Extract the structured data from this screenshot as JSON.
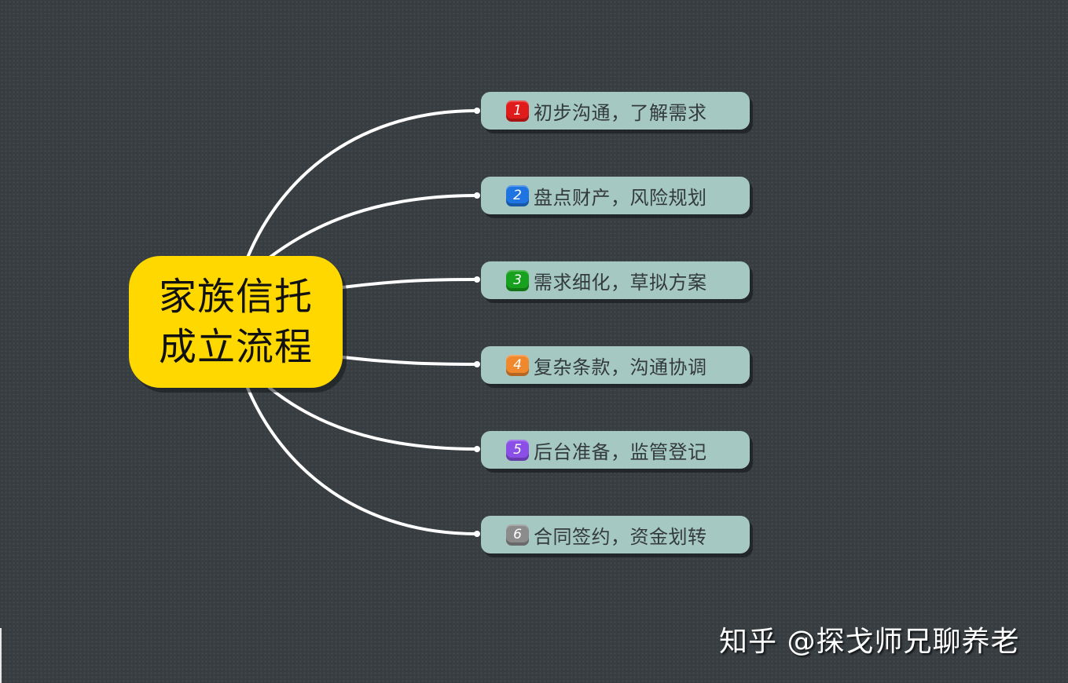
{
  "root": {
    "line1": "家族信托",
    "line2": "成立流程",
    "color": "#ffd800"
  },
  "branches": [
    {
      "number": "1",
      "label": "初步沟通，了解需求",
      "badge_color": "#e01b1b"
    },
    {
      "number": "2",
      "label": "盘点财产，风险规划",
      "badge_color": "#1e74e0"
    },
    {
      "number": "3",
      "label": "需求细化，草拟方案",
      "badge_color": "#18a11e"
    },
    {
      "number": "4",
      "label": "复杂条款，沟通协调",
      "badge_color": "#f0892e"
    },
    {
      "number": "5",
      "label": "后台准备，监管登记",
      "badge_color": "#8a4fe6"
    },
    {
      "number": "6",
      "label": "合同签约，资金划转",
      "badge_color": "#8c8c8c"
    }
  ],
  "watermark": "知乎 @探戈师兄聊养老",
  "colors": {
    "background": "#373d41",
    "branch_fill": "#a6c8c3",
    "connector": "#ffffff"
  }
}
